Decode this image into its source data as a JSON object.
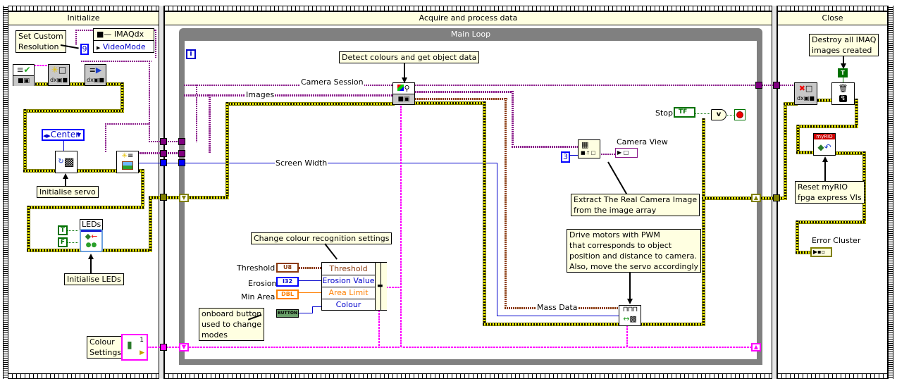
{
  "frames": [
    {
      "title": "Initialize"
    },
    {
      "title": "Acquire and process data"
    },
    {
      "title": "Close"
    }
  ],
  "main_loop": {
    "title": "Main Loop",
    "iteration_terminal": "i"
  },
  "initialize": {
    "comment_resolution": "Set Custom\nResolution",
    "constant_videomode": "9",
    "property_node_class": "IMAQdx",
    "property_node_property": "VideoMode",
    "servo_enum": "Center",
    "comment_servo": "Initialise servo",
    "leds_label": "LEDs",
    "bool_true": "T",
    "bool_false": "F",
    "comment_leds": "Initialise LEDs",
    "colour_settings_label": "Colour\nSettings",
    "colour_settings_index": "1"
  },
  "acquire": {
    "comment_detect": "Detect colours and get object data",
    "wire_camera_session": "Camera Session",
    "wire_images": "Images",
    "wire_screen_width": "Screen Width",
    "wire_mass_data": "Mass Data",
    "stop_label": "Stop",
    "stop_control": "TF",
    "index_constant": "3",
    "camera_view_label": "Camera View",
    "comment_extract": "Extract The Real Camera Image\nfrom the image array",
    "comment_change": "Change colour recognition settings",
    "controls": [
      {
        "label": "Threshold",
        "type": "U8",
        "color": "#8b3a0e"
      },
      {
        "label": "Erosion",
        "type": "I32",
        "color": "#0000cc"
      },
      {
        "label": "Min Area",
        "type": "DBL",
        "color": "#ff7f00"
      }
    ],
    "bundle_fields": [
      {
        "name": "Threshold",
        "color": "#8b3a0e"
      },
      {
        "name": "Erosion Value",
        "color": "#0000cc"
      },
      {
        "name": "Area Limit",
        "color": "#ff7f00"
      },
      {
        "name": "Colour",
        "color": "#0000cc"
      }
    ],
    "button_label": "BUTTON",
    "comment_button": "onboard button\nused to change\nmodes",
    "comment_drive": "Drive motors with PWM\nthat corresponds to object\nposition and distance to camera.\nAlso, move the servo accordingly"
  },
  "close": {
    "comment_destroy": "Destroy all IMAQ\nimages created",
    "bool_true": "T",
    "myrio_label": "myRIO",
    "comment_reset": "Reset myRIO\nfpga express VIs",
    "error_cluster_label": "Error Cluster"
  },
  "colors": {
    "comment_bg": "#ffffe1",
    "loop_border": "#808080",
    "imaq_wire": "#8a1a8a",
    "error_wire": "#ffff00",
    "cluster_wire": "#ff00ff",
    "numeric_blue": "#0000cc",
    "boolean_green": "#007000"
  }
}
